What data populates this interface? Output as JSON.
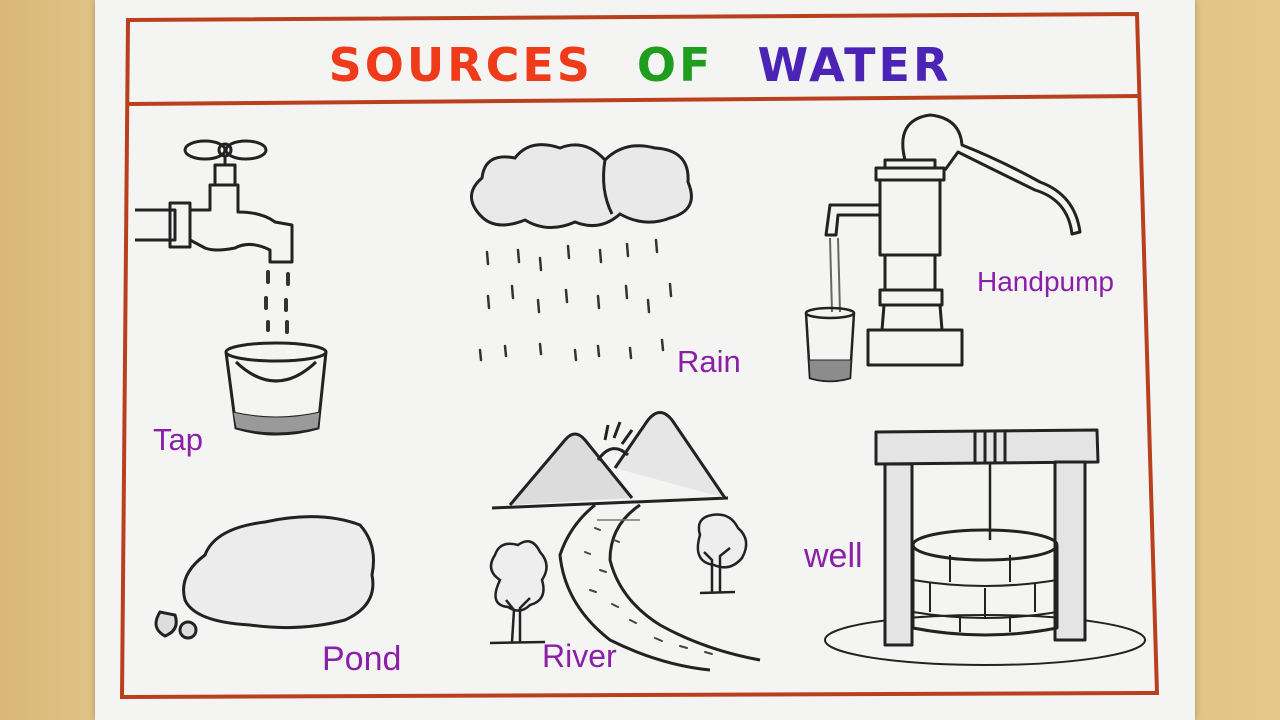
{
  "title": {
    "word1": "SOURCES",
    "word2": "OF",
    "word3": "WATER"
  },
  "labels": {
    "tap": "Tap",
    "rain": "Rain",
    "handpump": "Handpump",
    "pond": "Pond",
    "river": "River",
    "well": "well"
  },
  "colors": {
    "border": "#b9401d",
    "sources": "#ef3b1a",
    "of": "#1f9d1f",
    "water": "#4b24b5",
    "label": "#8a1fa8"
  }
}
